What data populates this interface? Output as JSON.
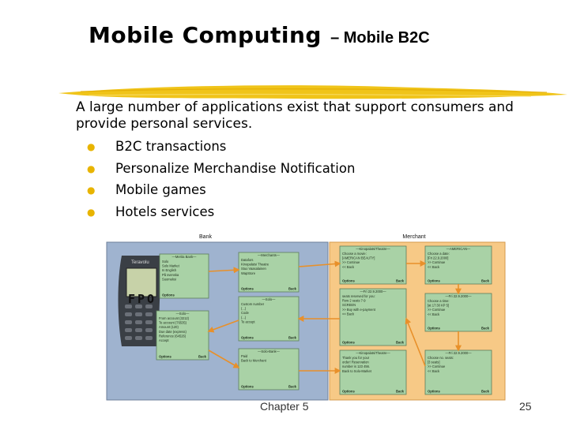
{
  "slide": {
    "title": "Mobile Computing",
    "subtitle": "– Mobile B2C",
    "intro": "A large number of applications exist that support consumers and provide personal services.",
    "bullets": [
      "B2C transactions",
      "Personalize Merchandise Notification",
      "Mobile games",
      "Hotels services"
    ],
    "bullet_color": "#e8b400",
    "accent_stroke_color": "#f0c419"
  },
  "figure": {
    "watermark": "FPO",
    "bank_label": "Bank",
    "merchant_label": "Merchant",
    "phone_brand": "Teravolu",
    "bank_screens": [
      {
        "title": "Merita Bank",
        "lines": [
          "Solo",
          "Solo Market",
          "In English",
          "På svenska",
          "Suomeksi"
        ],
        "softkeys": [
          "Options"
        ]
      },
      {
        "title": "Solo",
        "lines": [
          "From account (3212)",
          "To account (76535)",
          "Amount (120)",
          "Due date (express)",
          "Reference (64526)",
          "Accept"
        ],
        "softkeys": [
          "Options",
          "Back"
        ]
      }
    ],
    "middle_screens": [
      {
        "title": "Merchants",
        "lines": [
          "Datafors",
          "Kinopalatsi Theatre",
          "Stuo Vaasalainen",
          "WapStore"
        ],
        "softkeys": [
          "Options",
          "Back"
        ]
      },
      {
        "title": "Solo",
        "lines": [
          "Custom number",
          "(...)",
          "Code",
          "(...)",
          "To accept"
        ],
        "softkeys": [
          "Options",
          "Back"
        ]
      },
      {
        "title": "Solo-Bank",
        "lines": [
          "Paid",
          "Back to Merchant"
        ],
        "softkeys": [
          "Options",
          "Back"
        ]
      }
    ],
    "merchant_left_screens": [
      {
        "title": "KinopalatsiTheatre",
        "lines": [
          "Choose a movie:",
          "[AMERICAN BEAUTY]",
          ">> Continue",
          "<< Back"
        ],
        "softkeys": [
          "Options",
          "Back"
        ]
      },
      {
        "title": "Fri 22.9.2000",
        "lines": [
          "seats reserved for you:",
          "Row 2 seats 7-9",
          "SCREEN",
          ">> Buy with e-payment",
          "<< Back"
        ],
        "softkeys": [
          "Options",
          "Back"
        ]
      },
      {
        "title": "KinopalatsiTheatre",
        "lines": [
          "Thank you for your",
          "order! Reservation",
          "number is 123 456.",
          "Back to Solo-Market"
        ],
        "softkeys": [
          "Options",
          "Back"
        ]
      }
    ],
    "merchant_right_screens": [
      {
        "title": "AMERICAN",
        "lines": [
          "Choose a date:",
          "[Fri 22.9.2000]",
          ">> Continue",
          "<< Back"
        ],
        "softkeys": [
          "Options",
          "Back"
        ]
      },
      {
        "title": "Fri 22.9.2000",
        "lines": [
          "Choose a time:",
          "[at 17:30 KP 5]",
          ">> Continue",
          "<< Back"
        ],
        "softkeys": [
          "Options",
          "Back"
        ]
      },
      {
        "title": "Fri 22.9.2000",
        "lines": [
          "Choose no. seats:",
          "[3 seats]",
          ">> Continue",
          "<< Back"
        ],
        "softkeys": [
          "Options",
          "Back"
        ]
      }
    ],
    "colors": {
      "bank_panel": "#9fb3cf",
      "merchant_panel": "#f7c986",
      "screen_fill": "#a9d2a6",
      "arrow": "#e8902a"
    }
  },
  "footer": {
    "chapter": "Chapter 5",
    "page": "25"
  }
}
